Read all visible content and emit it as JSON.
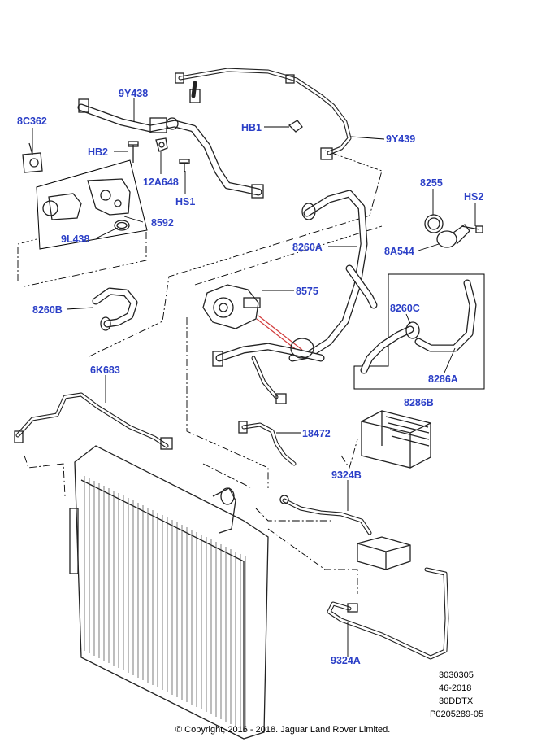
{
  "labels": {
    "9Y438": "9Y438",
    "8C362": "8C362",
    "HB2": "HB2",
    "12A648": "12A648",
    "HS1": "HS1",
    "8592": "8592",
    "9L438": "9L438",
    "HB1": "HB1",
    "9Y439": "9Y439",
    "8255": "8255",
    "HS2": "HS2",
    "8A544": "8A544",
    "8260A": "8260A",
    "8575": "8575",
    "8260B": "8260B",
    "8260C": "8260C",
    "8286A": "8286A",
    "8286B": "8286B",
    "6K683": "6K683",
    "18472": "18472",
    "9324B": "9324B",
    "9324A": "9324A"
  },
  "reference": {
    "line1": "3030305",
    "line2": "46-2018",
    "line3": "30DDTX",
    "line4": "P0205289-05"
  },
  "copyright": "© Copyright, 2016 - 2018. Jaguar Land Rover Limited.",
  "colors": {
    "callout": "#2b3fc7",
    "linework": "#222222",
    "highlight": "#d23c3c"
  }
}
